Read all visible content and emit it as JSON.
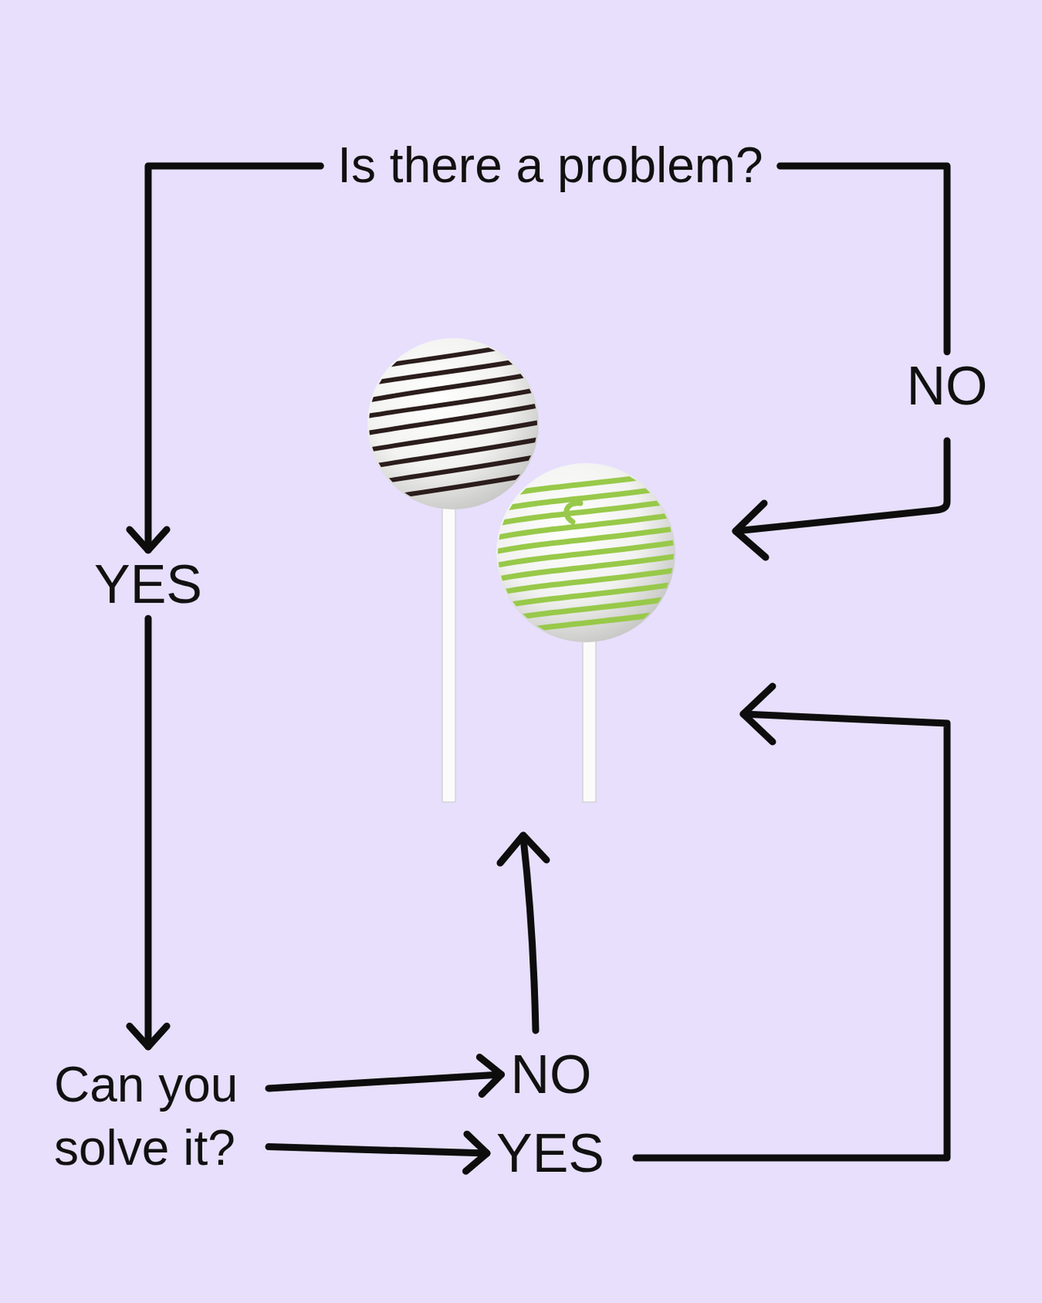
{
  "diagram": {
    "nodes": [
      {
        "text": [
          "Is there a problem?"
        ]
      },
      {
        "text": [
          "NO"
        ]
      },
      {
        "text": [
          "YES"
        ]
      },
      {
        "text": [
          "Can you solve it?"
        ]
      },
      {
        "text": [
          "NO"
        ]
      },
      {
        "text": [
          "YES"
        ]
      }
    ],
    "edges": [
      {
        "from": 0,
        "to": 2,
        "arrow": "to"
      },
      {
        "from": 0,
        "to": 1,
        "arrow": "none"
      },
      {
        "from": 2,
        "to": 3,
        "arrow": "to"
      },
      {
        "from": 3,
        "to": 4,
        "arrow": "to"
      },
      {
        "from": 3,
        "to": 5,
        "arrow": "to"
      }
    ]
  }
}
